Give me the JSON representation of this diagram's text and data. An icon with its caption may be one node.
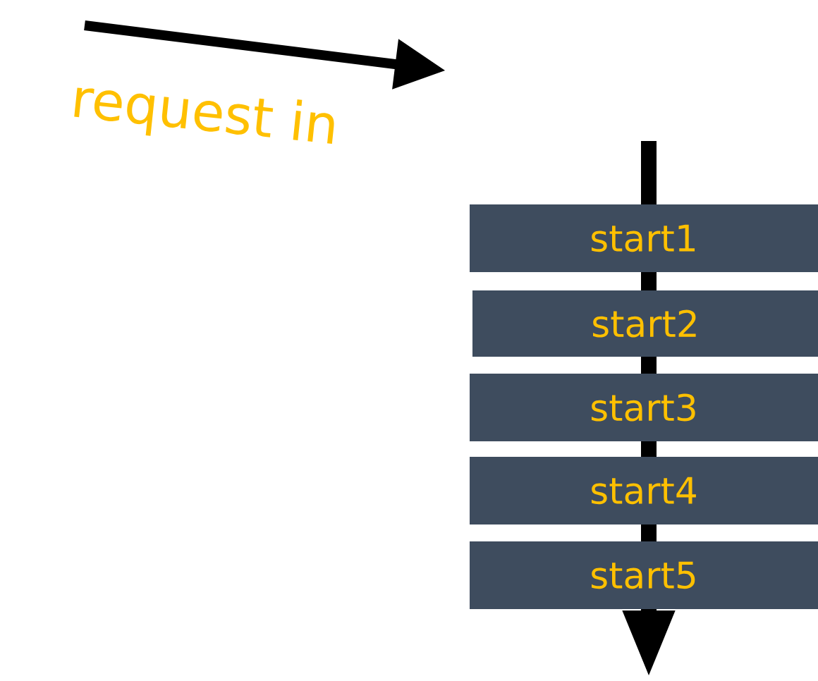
{
  "diagram": {
    "nodes": [
      {
        "text": [
          "start1"
        ]
      },
      {
        "text": [
          "start2"
        ]
      },
      {
        "text": [
          "start3"
        ]
      },
      {
        "text": [
          "start4"
        ]
      },
      {
        "text": [
          "start5"
        ]
      }
    ],
    "labels": [
      "request in"
    ]
  }
}
